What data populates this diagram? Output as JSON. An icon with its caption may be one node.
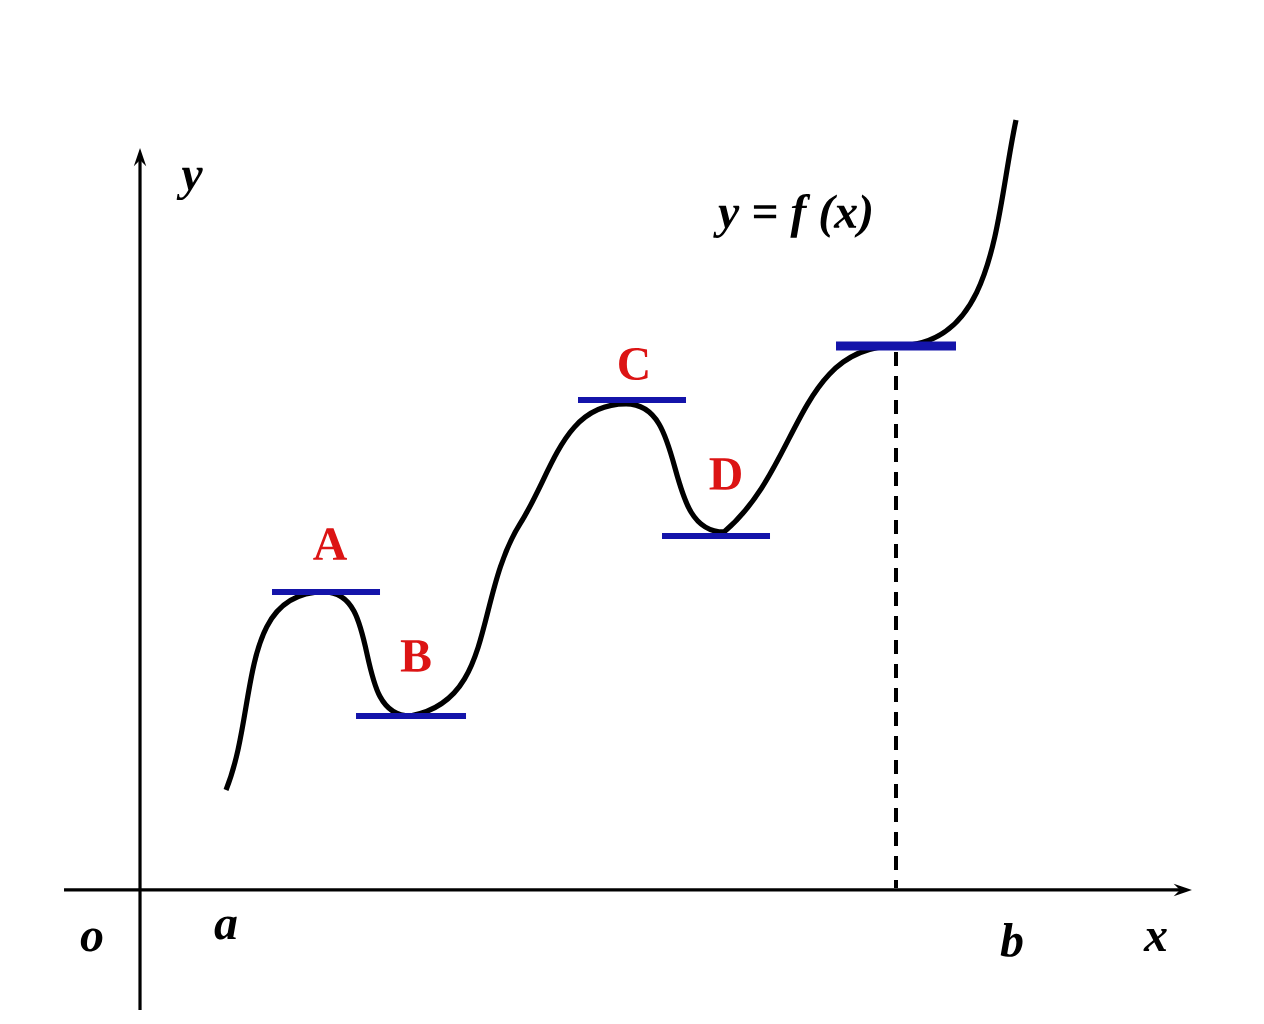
{
  "diagram": {
    "labels": [
      "y",
      "y = f (x)",
      "C",
      "D",
      "A",
      "B",
      "o",
      "a",
      "b",
      "x"
    ]
  }
}
